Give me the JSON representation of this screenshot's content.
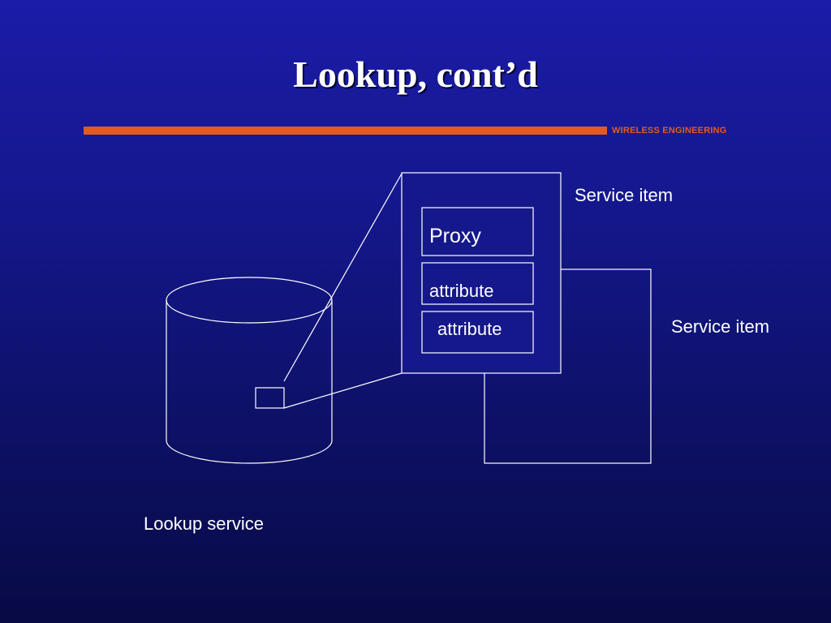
{
  "slide": {
    "title": "Lookup, cont’d",
    "brand": "WIRELESS ENGINEERING"
  },
  "colors": {
    "background_top": "#1b1ca8",
    "background_bottom": "#080a45",
    "accent": "#e35a21",
    "text": "#ffffff"
  },
  "diagram": {
    "lookup_service_label": "Lookup service",
    "service_item_front_label": "Service item",
    "service_item_back_label": "Service item",
    "proxy_label": "Proxy",
    "attribute_labels": [
      "attribute",
      "attribute"
    ]
  }
}
